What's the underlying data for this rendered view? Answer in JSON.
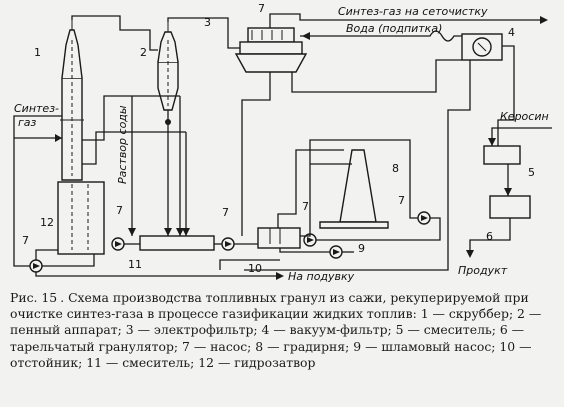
{
  "labels": {
    "synthgas_in": [
      "Синтез-",
      "газ"
    ],
    "synthgas_out": "Синтез-газ на сеточистку",
    "water": "Вода (подпитка)",
    "soda": "Раствор соды",
    "kerosene": "Керосин",
    "to_blowing": "На подувку",
    "product": "Продукт"
  },
  "numbers": {
    "n1": "1",
    "n2": "2",
    "n3": "3",
    "n4": "4",
    "n5": "5",
    "n6": "6",
    "n7a": "7",
    "n7b": "7",
    "n7c": "7",
    "n7d": "7",
    "n7e": "7",
    "n7f": "7",
    "n8": "8",
    "n9": "9",
    "n10": "10",
    "n11": "11",
    "n12": "12"
  },
  "caption": {
    "title": "Рис. 15",
    "text": ". Схема производства топливных гранул из сажи, рекуперируемой при очистке синтез-газа в процессе газификации жидких топлив: 1 — скруббер; 2 — пенный аппарат; 3 — электрофильтр; 4 — вакуум-фильтр; 5 — смеситель; 6 — тарельчатый гранулятор; 7 — насос; 8 — градирня; 9 — шламовый насос; 10 — отстойник; 11 — смеситель; 12 — гидрозатвор"
  }
}
